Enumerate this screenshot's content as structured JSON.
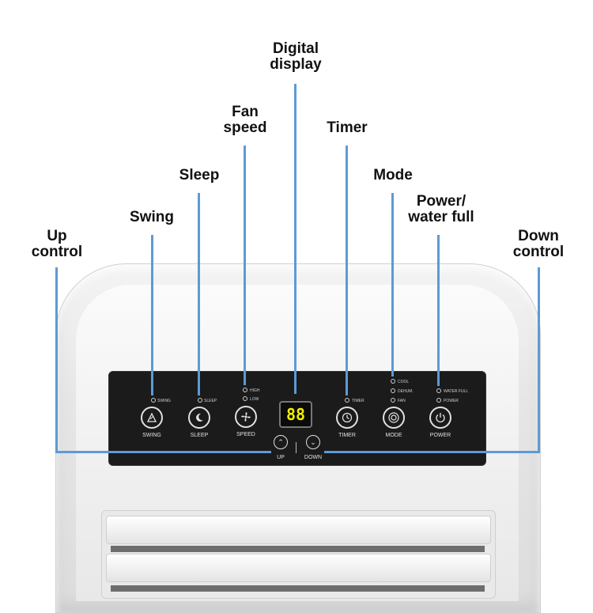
{
  "labels": {
    "up_control": [
      "Up",
      "control"
    ],
    "swing": [
      "Swing"
    ],
    "sleep": [
      "Sleep"
    ],
    "fan_speed": [
      "Fan",
      "speed"
    ],
    "digital_display": [
      "Digital",
      "display"
    ],
    "timer": [
      "Timer"
    ],
    "mode": [
      "Mode"
    ],
    "power_water": [
      "Power/",
      "water full"
    ],
    "down_control": [
      "Down",
      "control"
    ]
  },
  "panel": {
    "buttons": {
      "swing": "SWING",
      "sleep": "SLEEP",
      "speed": "SPEED",
      "timer": "TIMER",
      "mode": "MODE",
      "power": "POWER",
      "up": "UP",
      "down": "DOWN"
    },
    "indicators": {
      "swing": "SWING",
      "sleep": "SLEEP",
      "high": "HIGH",
      "low": "LOW",
      "timer": "TIMER",
      "cool": "COOL",
      "dehum": "DEHUM.",
      "fan": "FAN",
      "water_full": "WATER FULL",
      "power": "POWER"
    },
    "display_value": "88"
  },
  "colors": {
    "leader": "#5b9bd5",
    "panel": "#1b1b1b",
    "display_digits": "#f0f000"
  }
}
